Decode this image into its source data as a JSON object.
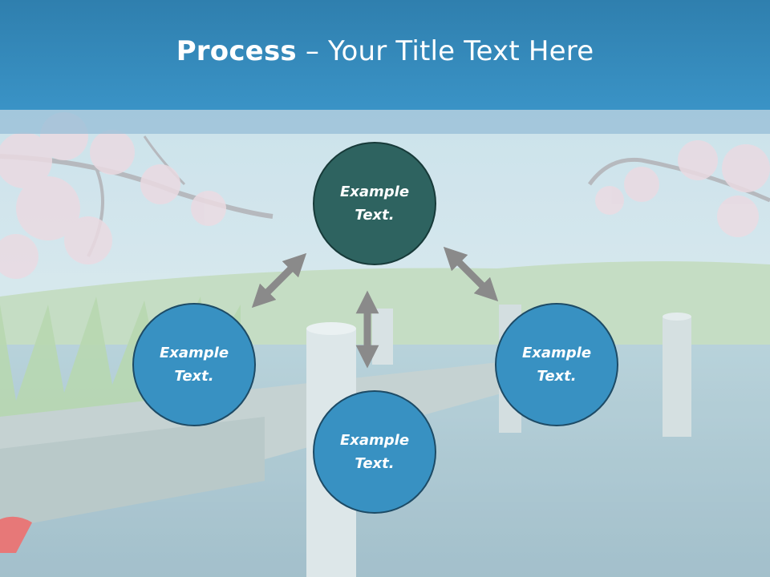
{
  "slide": {
    "title_bold": "Process",
    "title_rest": " – Your Title Text Here"
  },
  "diagram": {
    "nodes": [
      {
        "id": "top",
        "line1": "Example",
        "line2": "Text."
      },
      {
        "id": "left",
        "line1": "Example",
        "line2": "Text."
      },
      {
        "id": "right",
        "line1": "Example",
        "line2": "Text."
      },
      {
        "id": "bottom",
        "line1": "Example",
        "line2": "Text."
      }
    ]
  },
  "colors": {
    "header": "#3a93c6",
    "node_top": "#2e6360",
    "node_blue": "#3891c2",
    "arrow": "#8a8a8a"
  },
  "icons": [
    "double-arrow-icon"
  ]
}
